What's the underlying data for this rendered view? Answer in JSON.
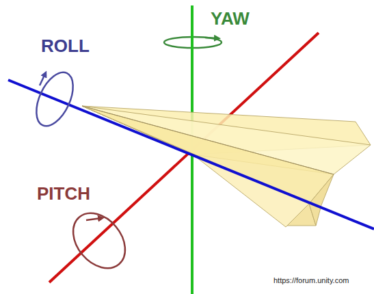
{
  "diagram": {
    "labels": [
      "ROLL",
      "YAW",
      "PITCH",
      "https://forum.unity.com"
    ]
  }
}
